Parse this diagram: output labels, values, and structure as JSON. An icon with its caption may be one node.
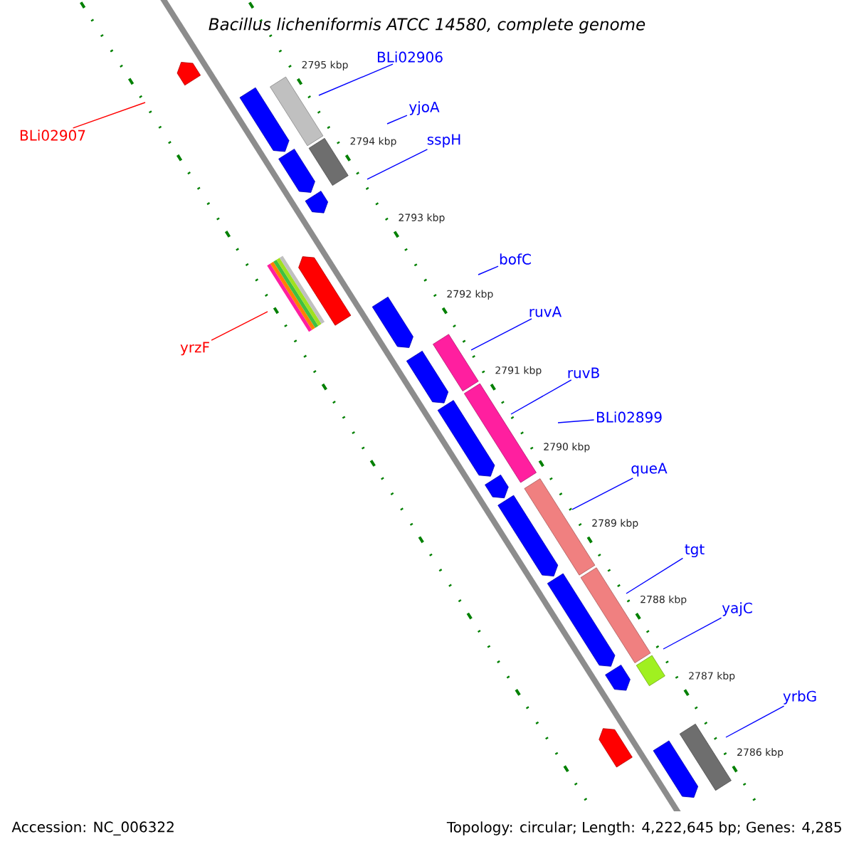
{
  "diagram": {
    "title": "Bacillus licheniformis ATCC 14580, complete genome",
    "nodes": [
      {
        "text": [
          "BLi02906"
        ]
      },
      {
        "text": [
          "yjoA"
        ]
      },
      {
        "text": [
          "BLi02907"
        ]
      },
      {
        "text": [
          "sspH"
        ]
      },
      {
        "text": [
          "bofC"
        ]
      },
      {
        "text": [
          "ruvA"
        ]
      },
      {
        "text": [
          "yrzF"
        ]
      },
      {
        "text": [
          "ruvB"
        ]
      },
      {
        "text": [
          "BLi02899"
        ]
      },
      {
        "text": [
          "queA"
        ]
      },
      {
        "text": [
          "tgt"
        ]
      },
      {
        "text": [
          "yajC"
        ]
      },
      {
        "text": [
          "yrbG"
        ]
      }
    ],
    "edges": [
      {
        "from": 0,
        "to": null,
        "arrow": "none"
      },
      {
        "from": 1,
        "to": null,
        "arrow": "none"
      },
      {
        "from": 2,
        "to": null,
        "arrow": "none",
        "color": "#ff0000"
      },
      {
        "from": 3,
        "to": null,
        "arrow": "none"
      },
      {
        "from": 4,
        "to": null,
        "arrow": "none"
      },
      {
        "from": 5,
        "to": null,
        "arrow": "none"
      },
      {
        "from": 6,
        "to": null,
        "arrow": "none",
        "color": "#ff0000"
      },
      {
        "from": 7,
        "to": null,
        "arrow": "none"
      },
      {
        "from": 8,
        "to": null,
        "arrow": "none"
      },
      {
        "from": 9,
        "to": null,
        "arrow": "none"
      },
      {
        "from": 10,
        "to": null,
        "arrow": "none"
      },
      {
        "from": 11,
        "to": null,
        "arrow": "none"
      },
      {
        "from": 12,
        "to": null,
        "arrow": "none"
      }
    ],
    "labels": [
      "2795 kbp",
      "2794 kbp",
      "2793 kbp",
      "2792 kbp",
      "2791 kbp",
      "2790 kbp",
      "2789 kbp",
      "2788 kbp",
      "2787 kbp",
      "2786 kbp",
      "Accession: NC_006322",
      "Topology: circular; Length: 4,222,645 bp; Genes: 4,285"
    ]
  }
}
